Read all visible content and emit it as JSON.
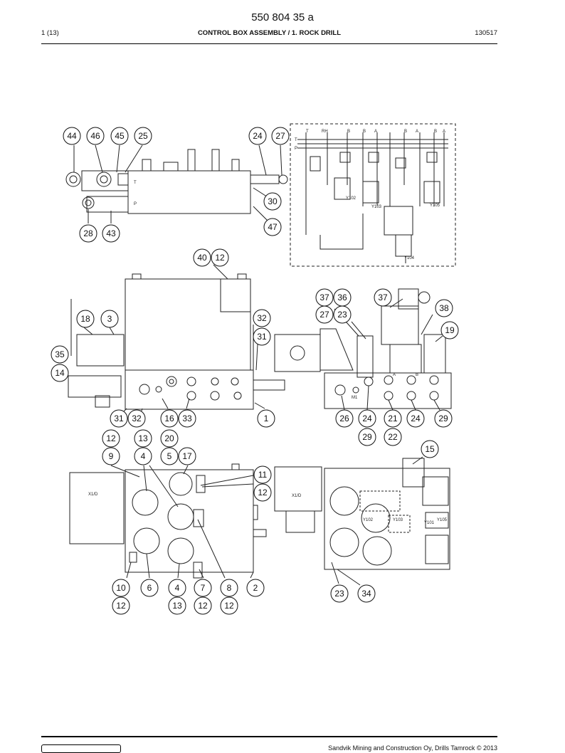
{
  "header": {
    "doc_number": "550 804 35 a",
    "page": "1 (13)",
    "title": "CONTROL BOX ASSEMBLY / 1. ROCK DRILL",
    "date_code": "130517"
  },
  "footer": {
    "copyright": "Sandvik Mining and Construction Oy, Drills Tamrock © 2013"
  },
  "schematic_labels": {
    "top": [
      "T",
      "RH",
      "B",
      "B",
      "A",
      "B",
      "A",
      "B",
      "A"
    ],
    "valves": [
      "Y102",
      "Y103",
      "Y105",
      "Y104"
    ],
    "side": [
      "T",
      "P"
    ]
  },
  "view_labels": {
    "block_t": "T",
    "block_p": "P",
    "panel_a": "X1/D",
    "panel_b": "X1/D",
    "ports": [
      "M1",
      "A",
      "B"
    ],
    "valve_tags": [
      "Y102",
      "Y103",
      "Y101",
      "Y105"
    ]
  },
  "callouts": [
    {
      "id": "c44",
      "label": "44"
    },
    {
      "id": "c46",
      "label": "46"
    },
    {
      "id": "c45",
      "label": "45"
    },
    {
      "id": "c25",
      "label": "25"
    },
    {
      "id": "c24a",
      "label": "24"
    },
    {
      "id": "c27a",
      "label": "27"
    },
    {
      "id": "c30",
      "label": "30"
    },
    {
      "id": "c47",
      "label": "47"
    },
    {
      "id": "c28",
      "label": "28"
    },
    {
      "id": "c43",
      "label": "43"
    },
    {
      "id": "c40",
      "label": "40"
    },
    {
      "id": "c12a",
      "label": "12"
    },
    {
      "id": "c37a",
      "label": "37"
    },
    {
      "id": "c36",
      "label": "36"
    },
    {
      "id": "c37b",
      "label": "37"
    },
    {
      "id": "c38",
      "label": "38"
    },
    {
      "id": "c27b",
      "label": "27"
    },
    {
      "id": "c23a",
      "label": "23"
    },
    {
      "id": "c19",
      "label": "19"
    },
    {
      "id": "c18",
      "label": "18"
    },
    {
      "id": "c3",
      "label": "3"
    },
    {
      "id": "c32a",
      "label": "32"
    },
    {
      "id": "c31a",
      "label": "31"
    },
    {
      "id": "c35",
      "label": "35"
    },
    {
      "id": "c14",
      "label": "14"
    },
    {
      "id": "c31b",
      "label": "31"
    },
    {
      "id": "c32b",
      "label": "32"
    },
    {
      "id": "c16",
      "label": "16"
    },
    {
      "id": "c33",
      "label": "33"
    },
    {
      "id": "c1",
      "label": "1"
    },
    {
      "id": "c26",
      "label": "26"
    },
    {
      "id": "c24b",
      "label": "24"
    },
    {
      "id": "c21",
      "label": "21"
    },
    {
      "id": "c24c",
      "label": "24"
    },
    {
      "id": "c29a",
      "label": "29"
    },
    {
      "id": "c29b",
      "label": "29"
    },
    {
      "id": "c22",
      "label": "22"
    },
    {
      "id": "c15",
      "label": "15"
    },
    {
      "id": "c12b",
      "label": "12"
    },
    {
      "id": "c13a",
      "label": "13"
    },
    {
      "id": "c20",
      "label": "20"
    },
    {
      "id": "c9",
      "label": "9"
    },
    {
      "id": "c4a",
      "label": "4"
    },
    {
      "id": "c5",
      "label": "5"
    },
    {
      "id": "c17",
      "label": "17"
    },
    {
      "id": "c11",
      "label": "11"
    },
    {
      "id": "c12c",
      "label": "12"
    },
    {
      "id": "c10",
      "label": "10"
    },
    {
      "id": "c6",
      "label": "6"
    },
    {
      "id": "c4b",
      "label": "4"
    },
    {
      "id": "c7",
      "label": "7"
    },
    {
      "id": "c8",
      "label": "8"
    },
    {
      "id": "c2",
      "label": "2"
    },
    {
      "id": "c23b",
      "label": "23"
    },
    {
      "id": "c34",
      "label": "34"
    },
    {
      "id": "c12d",
      "label": "12"
    },
    {
      "id": "c13b",
      "label": "13"
    },
    {
      "id": "c12e",
      "label": "12"
    },
    {
      "id": "c12f",
      "label": "12"
    }
  ]
}
